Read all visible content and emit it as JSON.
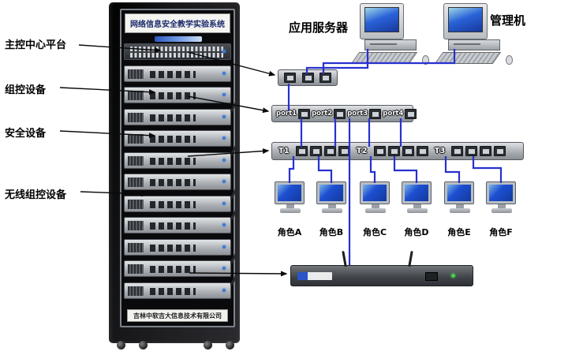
{
  "diagram": {
    "rack": {
      "title": "网络信息安全教学实验系统",
      "footer": "吉林中软吉大信息技术有限公司"
    },
    "side_labels": {
      "main_control": "主控中心平台",
      "group_control": "组控设备",
      "security": "安全设备",
      "wireless": "无线组控设备"
    },
    "top_labels": {
      "app_server": "应用服务器",
      "management": "管理机"
    },
    "port_switch": {
      "ports": [
        "port1",
        "port2",
        "port3",
        "port4"
      ]
    },
    "t_switch": {
      "segments": [
        "T1",
        "T2",
        "T3"
      ]
    },
    "roles": [
      "角色A",
      "角色B",
      "角色C",
      "角色D",
      "角色E",
      "角色F"
    ],
    "colors": {
      "wire_blue": "#2830cf",
      "wire_black": "#0a0a0a"
    }
  }
}
